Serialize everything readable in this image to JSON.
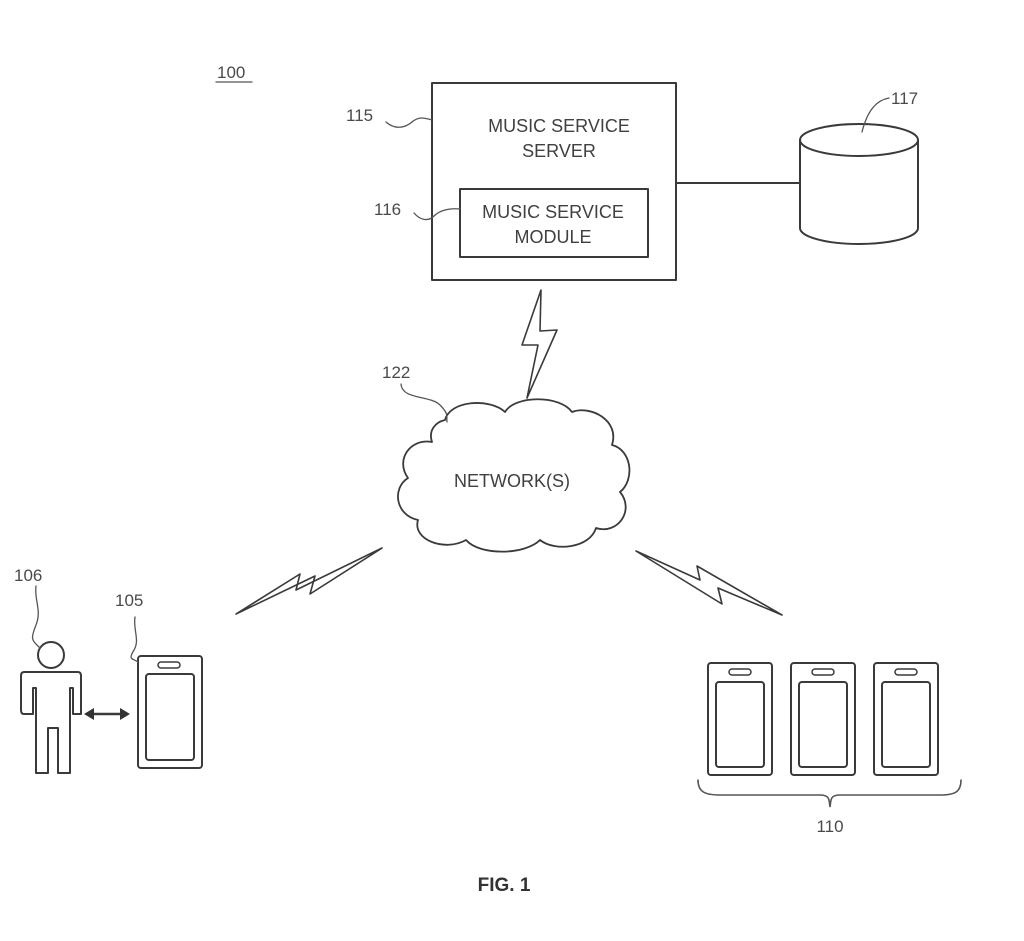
{
  "figure": {
    "title": "FIG. 1",
    "system_ref": "100"
  },
  "server": {
    "ref": "115",
    "label_line1": "MUSIC SERVICE",
    "label_line2": "SERVER"
  },
  "module": {
    "ref": "116",
    "label_line1": "MUSIC SERVICE",
    "label_line2": "MODULE"
  },
  "database": {
    "ref": "117"
  },
  "network": {
    "ref": "122",
    "label": "NETWORK(S)"
  },
  "user": {
    "ref": "106"
  },
  "user_device": {
    "ref": "105"
  },
  "other_devices": {
    "ref": "110",
    "count": 3
  }
}
